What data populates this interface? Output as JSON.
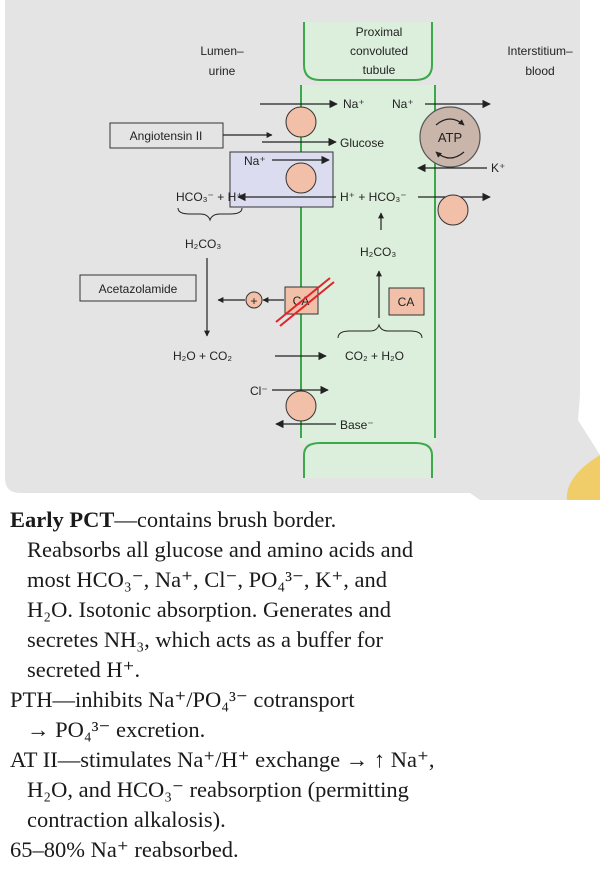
{
  "diagram": {
    "lumen_label": [
      "Lumen–",
      "urine"
    ],
    "tubule_label": [
      "Proximal",
      "convoluted",
      "tubule"
    ],
    "interstitium_label": [
      "Interstitium–",
      "blood"
    ],
    "angiotensin_label": "Angiotensin II",
    "acetazolamide_label": "Acetazolamide",
    "na_top_left": "Na⁺",
    "na_top_right": "Na⁺",
    "glucose": "Glucose",
    "atp": "ATP",
    "k_plus": "K⁺",
    "na_antiporter": "Na⁺",
    "hco3_h_lumen": "HCO₃⁻ + H⁺",
    "h_hco3_cell": "H⁺ + HCO₃⁻",
    "h2co3_lumen": "H₂CO₃",
    "h2co3_cell": "H₂CO₃",
    "plus_sign": "+",
    "ca_inhibited": "CA",
    "ca_cell": "CA",
    "h2o_co2_lumen": "H₂O + CO₂",
    "co2_h2o_cell": "CO₂ + H₂O",
    "cl_minus": "Cl⁻",
    "base_minus": "Base⁻",
    "colors": {
      "panel": "#e4e4e4",
      "tubule_fill": "#dcefdc",
      "tubule_border": "#3da84a",
      "transporter": "#f2c0a8",
      "atp_pump": "#c9b5aa",
      "antiporter_box": "#dcdcf0",
      "inhibit_red": "#e0242b"
    }
  },
  "text": {
    "line1_bold": "Early PCT",
    "line1_rest": "—contains brush border.",
    "line2": "Reabsorbs all glucose and amino acids and",
    "line3": "most HCO₃⁻, Na⁺, Cl⁻, PO₄³⁻, K⁺, and",
    "line4": "H₂O. Isotonic absorption. Generates and",
    "line5": "secretes NH₃, which acts as a buffer for",
    "line6": "secreted H⁺.",
    "line7": "PTH—inhibits Na⁺/PO₄³⁻ cotransport",
    "line8": "→ PO₄³⁻ excretion.",
    "line9": "AT II—stimulates Na⁺/H⁺ exchange → ↑ Na⁺,",
    "line10": "H₂O, and HCO₃⁻ reabsorption (permitting",
    "line11": "contraction alkalosis).",
    "line12": "65–80% Na⁺ reabsorbed."
  }
}
